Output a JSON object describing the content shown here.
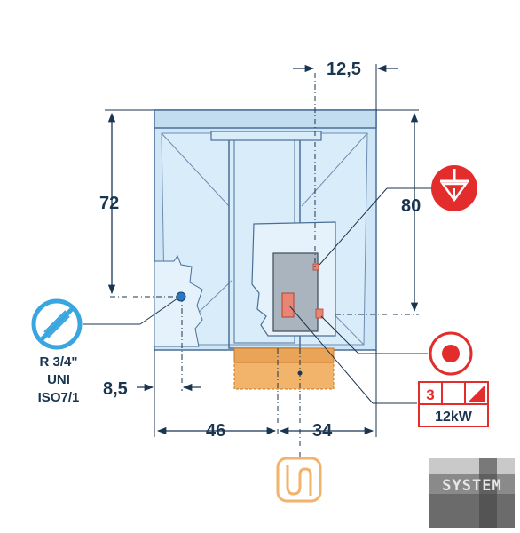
{
  "dimensions": {
    "top_offset": "12,5",
    "left_height": "72",
    "right_height": "80",
    "left_offset": "8,5",
    "bottom_left": "46",
    "bottom_right": "34"
  },
  "connection_labels": {
    "line1": "R 3/4\"",
    "line2": "UNI",
    "line3": "ISO7/1"
  },
  "power": {
    "phase": "3",
    "rating": "12kW"
  },
  "watermark": "SYSTEM",
  "colors": {
    "tank_fill": "#cfe6f7",
    "tank_stroke": "#4a6f96",
    "drain_fill": "#f2b36a",
    "red": "#e32d2d",
    "icon_blue": "#3aa6e0",
    "dim_line": "#1a3550"
  },
  "icons": {
    "water_inlet": "water-inlet-icon",
    "equipotential": "equipotential-icon",
    "electrical": "electrical-connection-icon",
    "drain": "drain-icon"
  }
}
